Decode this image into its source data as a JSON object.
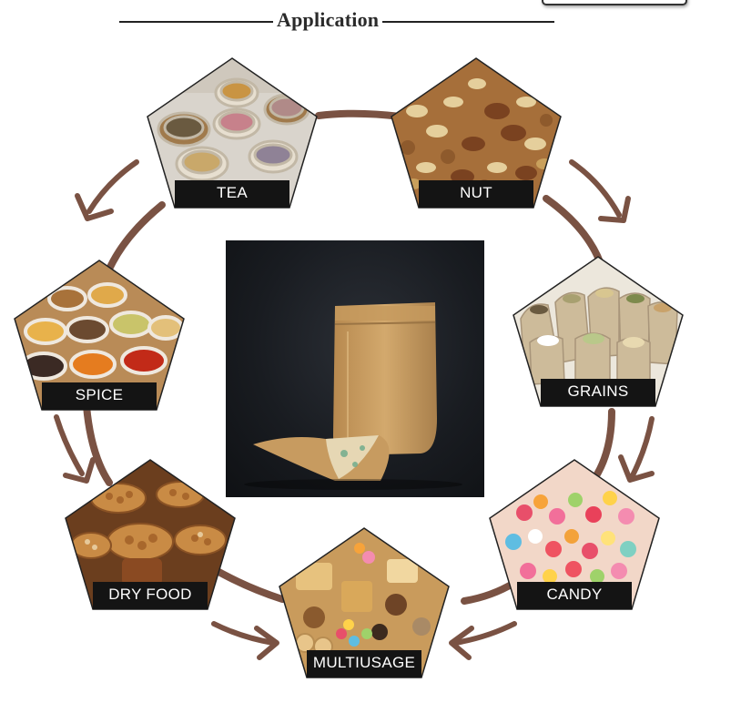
{
  "header": {
    "title": "Application"
  },
  "items": [
    {
      "label": "TEA"
    },
    {
      "label": "NUT"
    },
    {
      "label": "SPICE"
    },
    {
      "label": "GRAINS"
    },
    {
      "label": "DRY FOOD"
    },
    {
      "label": "CANDY"
    },
    {
      "label": "MULTIUSAGE"
    }
  ],
  "center": {
    "subject": "kraft paper stand-up zipper pouch"
  },
  "colors": {
    "flow": "#7a5243",
    "label_band": "#141414",
    "background": "#ffffff"
  },
  "icons": [
    "flow-arrow-icon"
  ]
}
